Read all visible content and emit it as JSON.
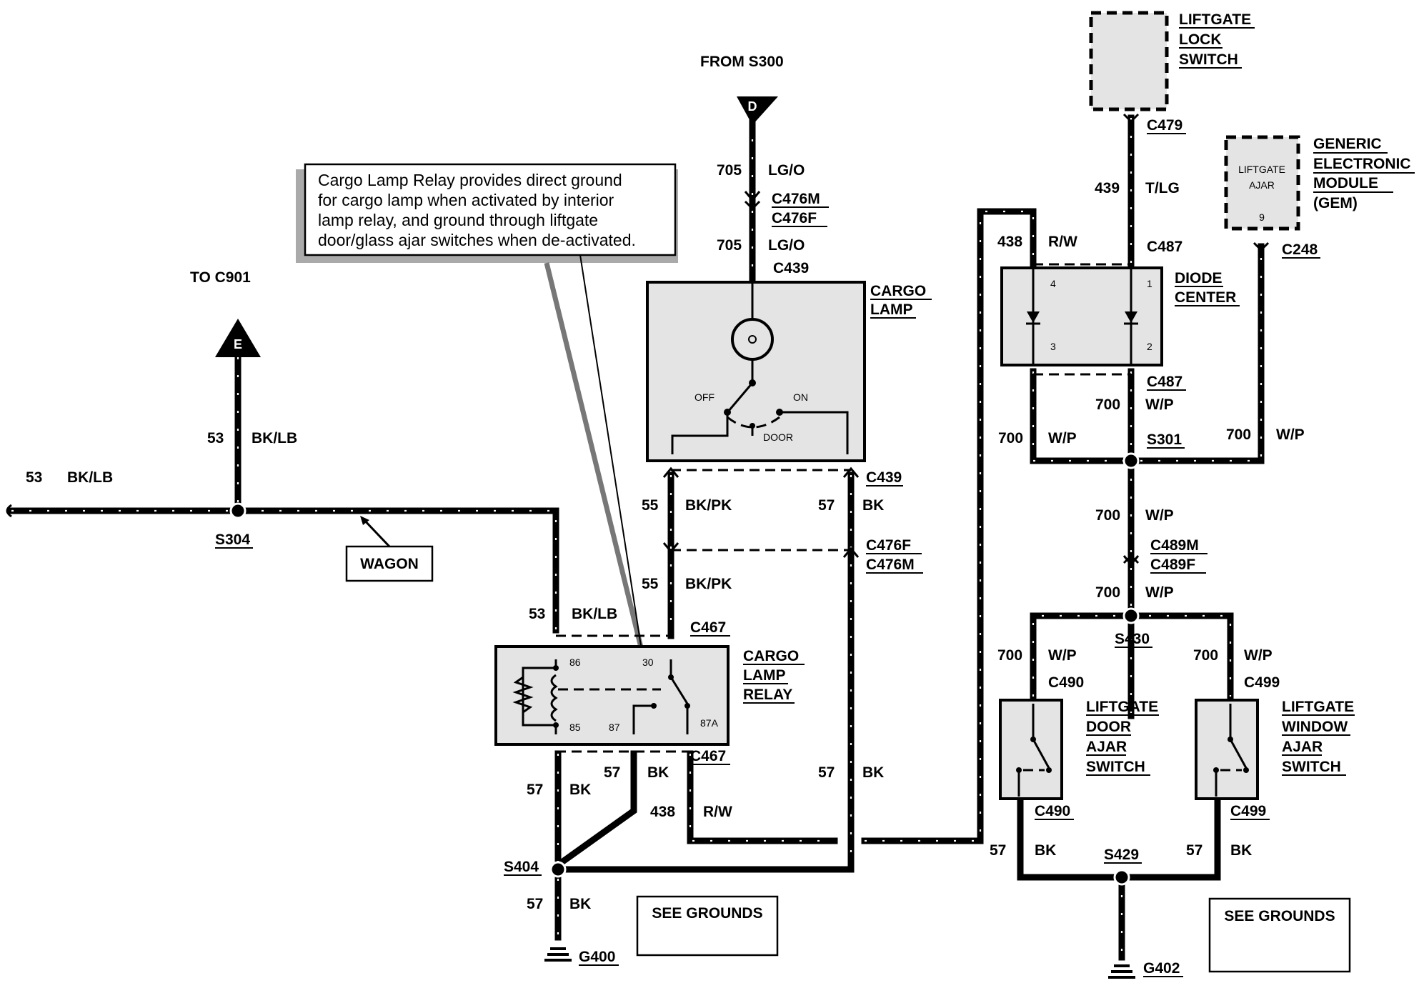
{
  "note": {
    "lines": [
      "Cargo Lamp Relay provides direct ground",
      "for cargo lamp when activated by interior",
      "lamp relay, and ground through liftgate",
      "door/glass ajar switches when de-activated."
    ]
  },
  "refs": {
    "from": "FROM S300",
    "from_letter": "D",
    "to": "TO C901",
    "to_letter": "E"
  },
  "components": {
    "cargo_lamp": [
      "CARGO",
      "LAMP"
    ],
    "cargo_lamp_relay": [
      "CARGO",
      "LAMP",
      "RELAY"
    ],
    "liftgate_lock_switch": [
      "LIFTGATE",
      "LOCK",
      "SWITCH"
    ],
    "gem": [
      "GENERIC",
      "ELECTRONIC",
      "MODULE",
      "(GEM)"
    ],
    "gem_inner": [
      "LIFTGATE",
      "AJAR"
    ],
    "gem_pin": "9",
    "diode_center": [
      "DIODE",
      "CENTER"
    ],
    "diode_pins": [
      "4",
      "1",
      "3",
      "2"
    ],
    "door_switch": [
      "LIFTGATE",
      "DOOR",
      "AJAR",
      "SWITCH"
    ],
    "window_switch": [
      "LIFTGATE",
      "WINDOW",
      "AJAR",
      "SWITCH"
    ],
    "lamp_switch_positions": [
      "OFF",
      "ON",
      "DOOR"
    ],
    "relay_pins": [
      "86",
      "30",
      "85",
      "87",
      "87A"
    ]
  },
  "connectors": {
    "c476m": "C476M",
    "c476f": "C476F",
    "c439": "C439",
    "c467": "C467",
    "c479": "C479",
    "c487": "C487",
    "c248": "C248",
    "c489m": "C489M",
    "c489f": "C489F",
    "c490": "C490",
    "c499": "C499"
  },
  "splices": {
    "s304": "S304",
    "s404": "S404",
    "s301": "S301",
    "s430": "S430",
    "s429": "S429"
  },
  "grounds": {
    "g400": "G400",
    "g402": "G402",
    "see": "SEE GROUNDS"
  },
  "tags": {
    "wagon": "WAGON"
  },
  "circuits": {
    "c705": "705",
    "lgo": "LG/O",
    "c53": "53",
    "bklb": "BK/LB",
    "c55": "55",
    "bkpk": "BK/PK",
    "c57": "57",
    "bk": "BK",
    "c438": "438",
    "rw": "R/W",
    "c439n": "439",
    "tlg": "T/LG",
    "c700": "700",
    "wp": "W/P"
  }
}
